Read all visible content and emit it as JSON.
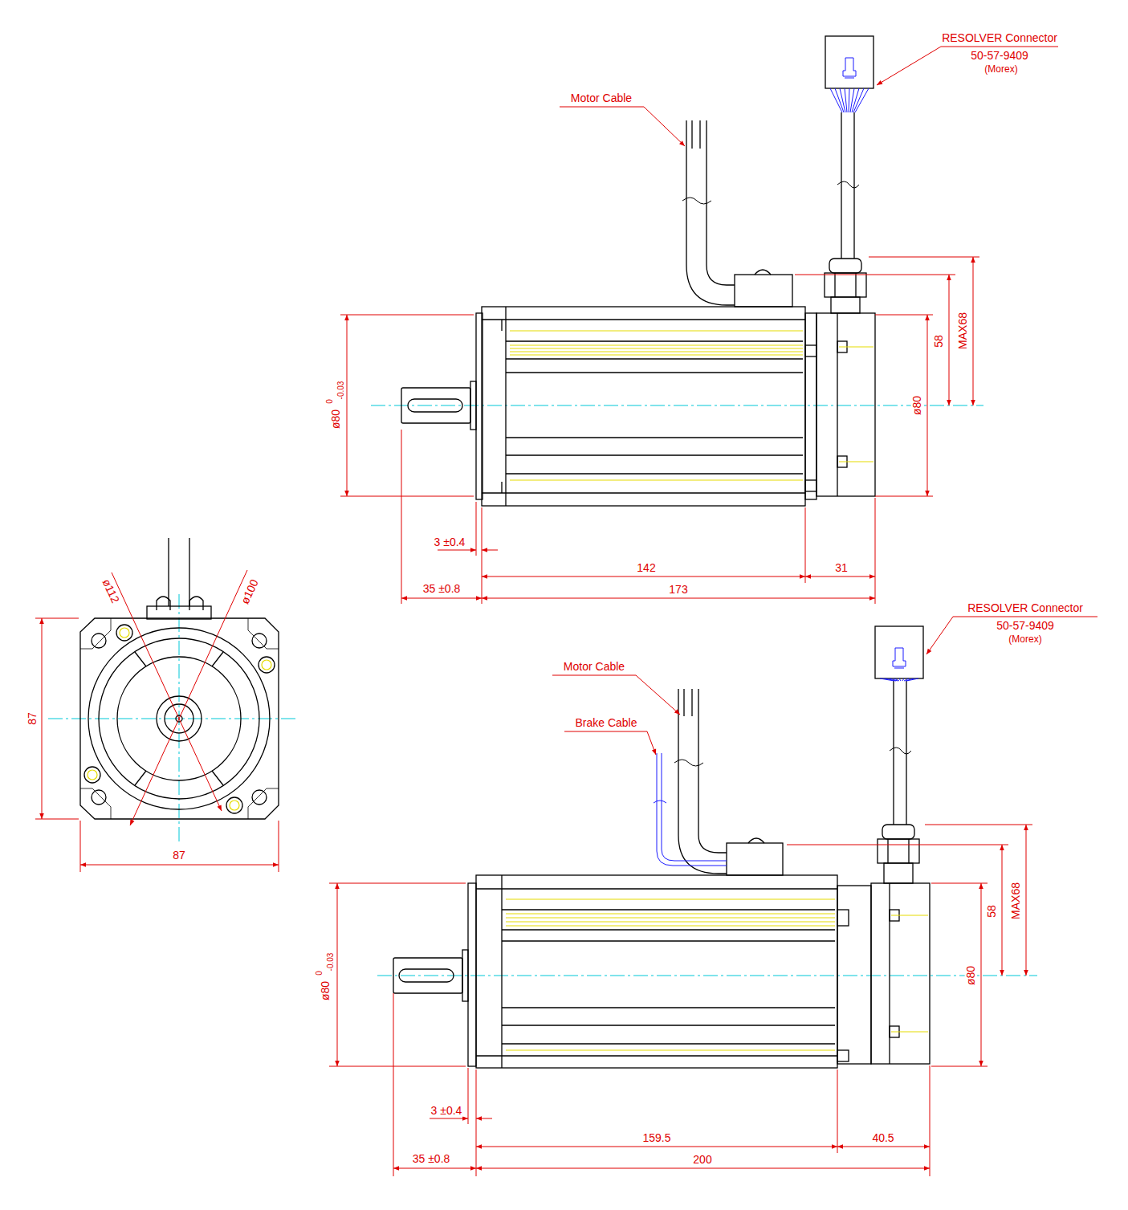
{
  "diagram": {
    "labels": [
      "RESOLVER Connector",
      "50-57-9409",
      "(Morex)",
      "Motor Cable",
      "58",
      "MAX68",
      "ø80",
      "ø80",
      "0",
      "-0.03",
      "3 ±0.4",
      "142",
      "31",
      "35 ±0.8",
      "173",
      "ø112",
      "ø100",
      "87",
      "87",
      "RESOLVER Connector",
      "50-57-9409",
      "(Morex)",
      "Motor Cable",
      "Brake Cable",
      "58",
      "MAX68",
      "ø80",
      "ø80",
      "0",
      "-0.03",
      "3 ±0.4",
      "159.5",
      "40.5",
      "35 ±0.8",
      "200"
    ]
  }
}
